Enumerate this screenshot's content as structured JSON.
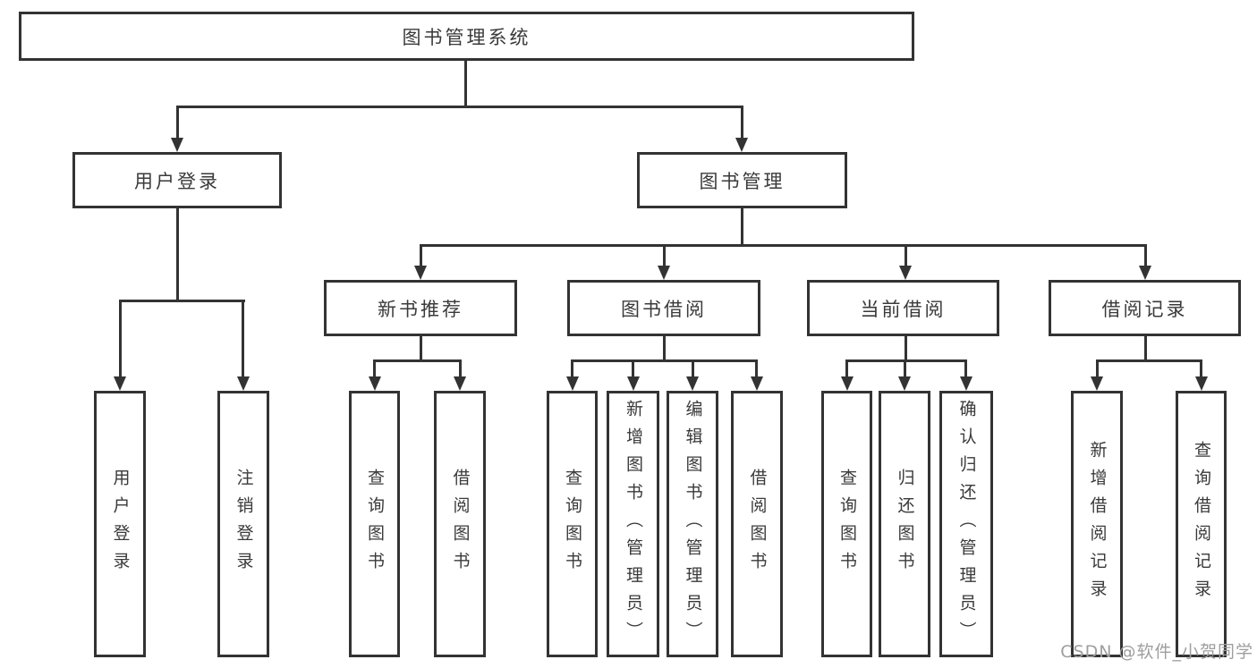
{
  "diagram": {
    "root": {
      "label": "图书管理系统"
    },
    "level2": [
      {
        "label": "用户登录"
      },
      {
        "label": "图书管理"
      }
    ],
    "level3": [
      {
        "label": "新书推荐"
      },
      {
        "label": "图书借阅"
      },
      {
        "label": "当前借阅"
      },
      {
        "label": "借阅记录"
      }
    ],
    "leaves": [
      {
        "label": "用户登录"
      },
      {
        "label": "注销登录"
      },
      {
        "label": "查询图书"
      },
      {
        "label": "借阅图书"
      },
      {
        "label": "查询图书"
      },
      {
        "label": "新增图书（管理员）"
      },
      {
        "label": "编辑图书（管理员）"
      },
      {
        "label": "借阅图书"
      },
      {
        "label": "查询图书"
      },
      {
        "label": "归还图书"
      },
      {
        "label": "确认归还（管理员）"
      },
      {
        "label": "新增借阅记录"
      },
      {
        "label": "查询借阅记录"
      }
    ]
  },
  "watermark": {
    "text": "CSDN @软件_小贺同学"
  },
  "colors": {
    "line": "#333333",
    "text": "#3a3a3a",
    "watermark": "#9e9e9e",
    "background": "#ffffff"
  }
}
